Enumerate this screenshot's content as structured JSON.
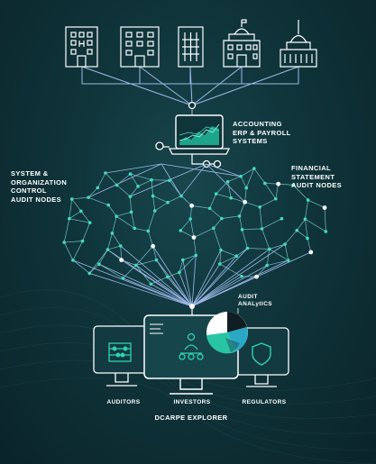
{
  "labels": {
    "accounting": "ACCOUNTING\nERP & PAYROLL\nSYSTEMS",
    "system_nodes": "SYSTEM &\nORGANIZATION\nCONTROL\nAUDIT NODES",
    "financial_nodes": "FINANCIAL\nSTATEMENT\nAUDIT NODES",
    "audit_analytics": "AUDIT\nANALytICS",
    "auditors": "AUDITORS",
    "investors": "INVESTORS",
    "regulators": "REGULATORS",
    "explorer": "DCARPE EXPLORER"
  },
  "colors": {
    "accent": "#2fd3b0",
    "line": "#8fd6e6",
    "node": "#3fe0bd",
    "text": "#ffffff"
  },
  "icons": [
    "building-icon",
    "office-building-icon",
    "tower-icon",
    "government-building-icon",
    "capitol-icon",
    "laptop-chart-icon",
    "abacus-icon",
    "person-network-icon",
    "shield-icon",
    "pie-chart-icon"
  ]
}
